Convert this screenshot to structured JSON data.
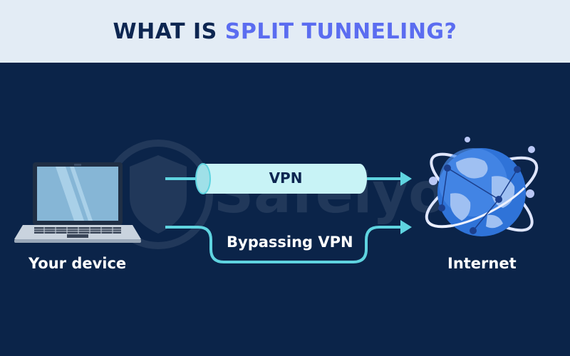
{
  "title": {
    "prefix": "WHAT IS ",
    "highlight": "SPLIT TUNNELING?"
  },
  "nodes": {
    "device": "Your device",
    "internet": "Internet"
  },
  "paths": {
    "vpn": "VPN",
    "bypass": "Bypassing VPN"
  },
  "watermark": "Safelyo",
  "colors": {
    "background": "#0b2449",
    "header": "#e3ecf5",
    "title": "#0d2651",
    "title_accent": "#5b6df0",
    "line": "#5fd4e0",
    "tube": "#c8f3f6"
  }
}
